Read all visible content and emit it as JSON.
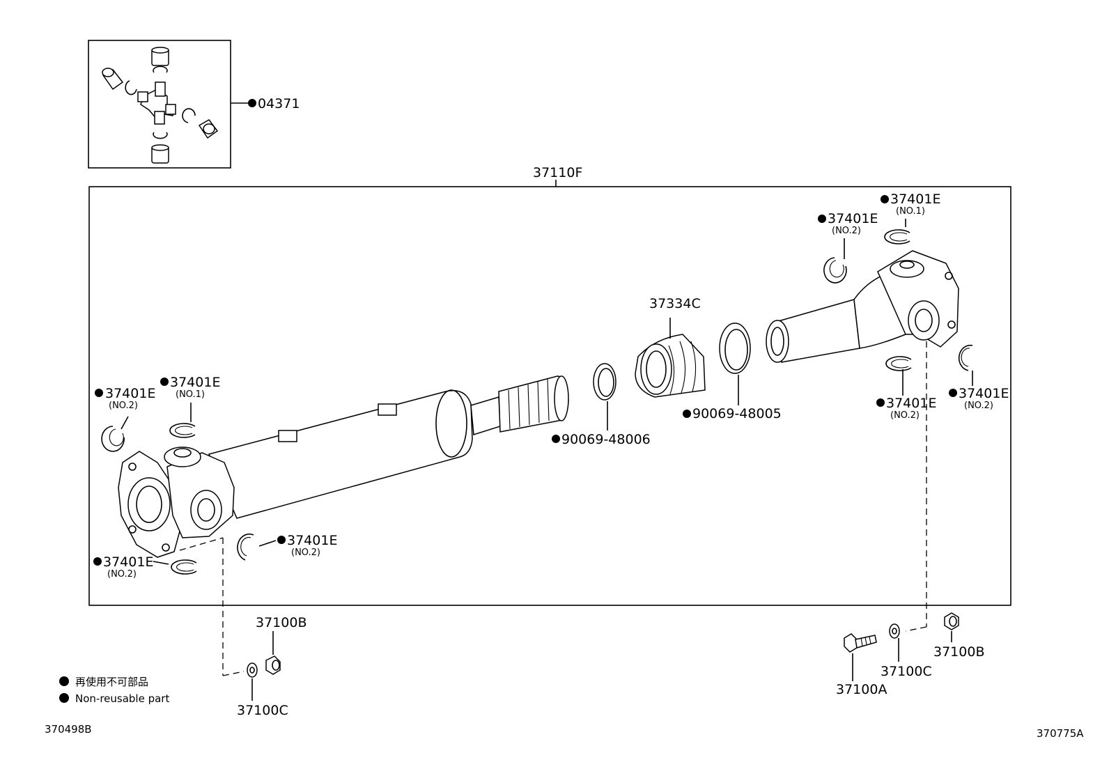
{
  "legend": {
    "line1": "再使用不可部品",
    "line2": "Non-reusable part"
  },
  "refs": {
    "left": "370498B",
    "right": "370775A"
  },
  "labels": {
    "spider_kit": "04371",
    "assembly": "37110F",
    "boot": "37334C",
    "clamp_small": "90069-48006",
    "clamp_large": "90069-48005",
    "snap_ring": "37401E",
    "no1": "(NO.1)",
    "no2": "(NO.2)",
    "bolt": "37100A",
    "nut": "37100B",
    "washer": "37100C"
  }
}
